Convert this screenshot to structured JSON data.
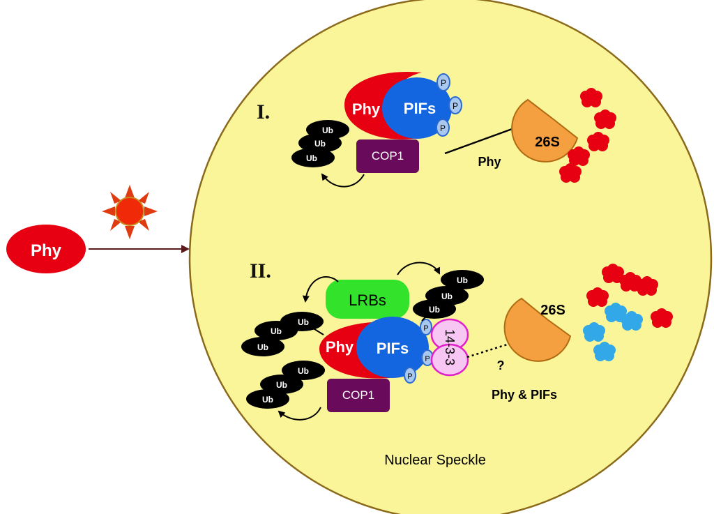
{
  "outside": {
    "phy_label": "Phy"
  },
  "section_1": {
    "roman": "I.",
    "phy": "Phy",
    "pifs": "PIFs",
    "cop1": "COP1",
    "ub": [
      "Ub",
      "Ub",
      "Ub"
    ],
    "p": [
      "P",
      "P",
      "P"
    ],
    "proteasome": "26S",
    "arrow_label": "Phy"
  },
  "section_2": {
    "roman": "II.",
    "lrbs": "LRBs",
    "phy": "Phy",
    "pifs": "PIFs",
    "cop1": "COP1",
    "protein_1433": "14-3-3",
    "ub_top": [
      "Ub",
      "Ub",
      "Ub"
    ],
    "ub_left": [
      "Ub",
      "Ub",
      "Ub"
    ],
    "ub_bottom": [
      "Ub",
      "Ub",
      "Ub"
    ],
    "p": [
      "P",
      "P",
      "P"
    ],
    "proteasome": "26S",
    "question": "?",
    "arrow_label": "Phy & PIFs"
  },
  "cell_label": "Nuclear Speckle",
  "colors": {
    "nucleus_fill": "#fbf59a",
    "phy_red": "#e60012",
    "pifs_blue": "#1466e0",
    "cop1_purple": "#6a0a5a",
    "lrbs_green": "#33e22a",
    "proteasome_orange": "#f4a040",
    "degraded_blue": "#33a8e8",
    "pink_1433": "#f7c6f2"
  }
}
